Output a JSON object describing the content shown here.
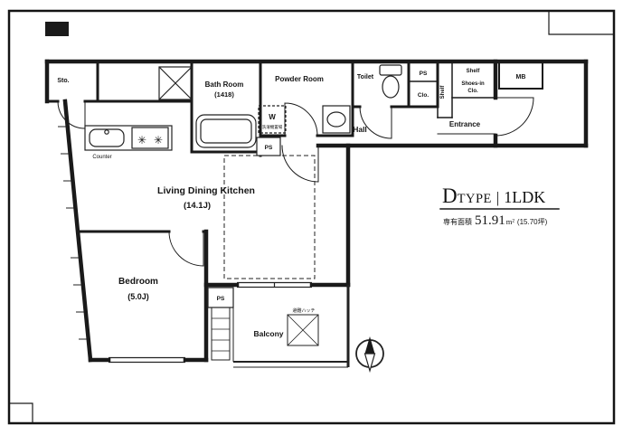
{
  "plan": {
    "title": {
      "d": "D",
      "type": "TYPE",
      "sep": "|",
      "ldk": "1LDK"
    },
    "area": {
      "label": "専有面積",
      "value": "51.91",
      "unit": "m²",
      "tsubo": "(15.70坪)"
    },
    "rooms": {
      "storage": "Sto.",
      "bath_name": "Bath Room",
      "bath_size": "(1418)",
      "powder": "Powder Room",
      "toilet": "Toilet",
      "hall": "Hall",
      "entrance": "Entrance",
      "ldk_name": "Living Dining Kitchen",
      "ldk_size": "(14.1J)",
      "bedroom_name": "Bedroom",
      "bedroom_size": "(5.0J)",
      "balcony": "Balcony",
      "mb": "MB",
      "closet": "Clo.",
      "shoes_line1": "Shoes-in",
      "shoes_line2": "Clo.",
      "shelf_top": "Shelf",
      "shelf_side": "Shelf",
      "counter": "Counter",
      "washer_w": "W",
      "washer_note": "洗濯機置場",
      "hatch_note": "避難ハッチ"
    },
    "ps": [
      "PS",
      "PS",
      "PS"
    ],
    "icons": {
      "burner": "✳"
    }
  }
}
